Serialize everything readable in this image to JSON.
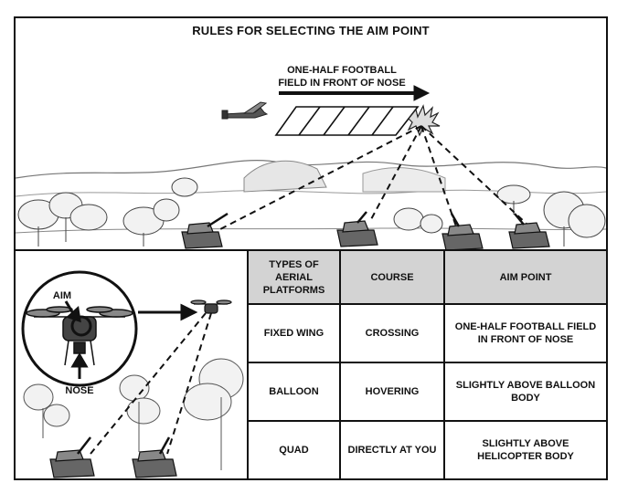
{
  "title": "RULES FOR SELECTING THE AIM POINT",
  "scene": {
    "arrow_label_line1": "ONE-HALF FOOTBALL",
    "arrow_label_line2": "FIELD IN FRONT OF NOSE"
  },
  "inset": {
    "aim_label": "AIM",
    "nose_label": "NOSE"
  },
  "table": {
    "headers": [
      "TYPES OF AERIAL PLATFORMS",
      "COURSE",
      "AIM POINT"
    ],
    "rows": [
      [
        "FIXED WING",
        "CROSSING",
        "ONE-HALF FOOTBALL FIELD IN FRONT OF NOSE"
      ],
      [
        "BALLOON",
        "HOVERING",
        "SLIGHTLY ABOVE BALLOON BODY"
      ],
      [
        "QUAD",
        "DIRECTLY AT YOU",
        "SLIGHTLY ABOVE HELICOPTER BODY"
      ]
    ]
  },
  "colors": {
    "header_fill": "#d3d3d3",
    "line": "#111111"
  }
}
